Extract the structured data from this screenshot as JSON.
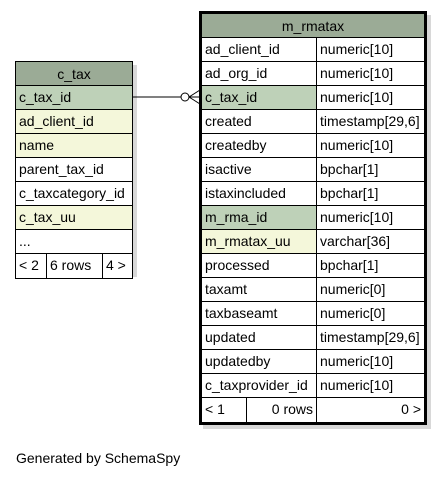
{
  "tables": {
    "c_tax": {
      "name": "c_tax",
      "columns": [
        {
          "name": "c_tax_id",
          "kind": "pk"
        },
        {
          "name": "ad_client_id",
          "kind": "fk"
        },
        {
          "name": "name",
          "kind": "fk"
        },
        {
          "name": "parent_tax_id",
          "kind": "plain"
        },
        {
          "name": "c_taxcategory_id",
          "kind": "plain"
        },
        {
          "name": "c_tax_uu",
          "kind": "fk"
        },
        {
          "name": "...",
          "kind": "plain"
        }
      ],
      "footer": {
        "parents": "< 2",
        "rows": "6 rows",
        "children": "4 >"
      }
    },
    "m_rmatax": {
      "name": "m_rmatax",
      "columns": [
        {
          "name": "ad_client_id",
          "type": "numeric[10]",
          "kind": "plain"
        },
        {
          "name": "ad_org_id",
          "type": "numeric[10]",
          "kind": "plain"
        },
        {
          "name": "c_tax_id",
          "type": "numeric[10]",
          "kind": "pk"
        },
        {
          "name": "created",
          "type": "timestamp[29,6]",
          "kind": "plain"
        },
        {
          "name": "createdby",
          "type": "numeric[10]",
          "kind": "plain"
        },
        {
          "name": "isactive",
          "type": "bpchar[1]",
          "kind": "plain"
        },
        {
          "name": "istaxincluded",
          "type": "bpchar[1]",
          "kind": "plain"
        },
        {
          "name": "m_rma_id",
          "type": "numeric[10]",
          "kind": "pk"
        },
        {
          "name": "m_rmatax_uu",
          "type": "varchar[36]",
          "kind": "fk"
        },
        {
          "name": "processed",
          "type": "bpchar[1]",
          "kind": "plain"
        },
        {
          "name": "taxamt",
          "type": "numeric[0]",
          "kind": "plain"
        },
        {
          "name": "taxbaseamt",
          "type": "numeric[0]",
          "kind": "plain"
        },
        {
          "name": "updated",
          "type": "timestamp[29,6]",
          "kind": "plain"
        },
        {
          "name": "updatedby",
          "type": "numeric[10]",
          "kind": "plain"
        },
        {
          "name": "c_taxprovider_id",
          "type": "numeric[10]",
          "kind": "plain"
        }
      ],
      "footer": {
        "parents": "< 1",
        "rows": "0 rows",
        "children": "0 >"
      }
    }
  },
  "caption": "Generated by SchemaSpy",
  "colors": {
    "header": "#9bab96",
    "primary_key": "#bed1b8",
    "foreign_key": "#f4f7da",
    "border": "#000000",
    "shadow": "#d8d8d8"
  }
}
